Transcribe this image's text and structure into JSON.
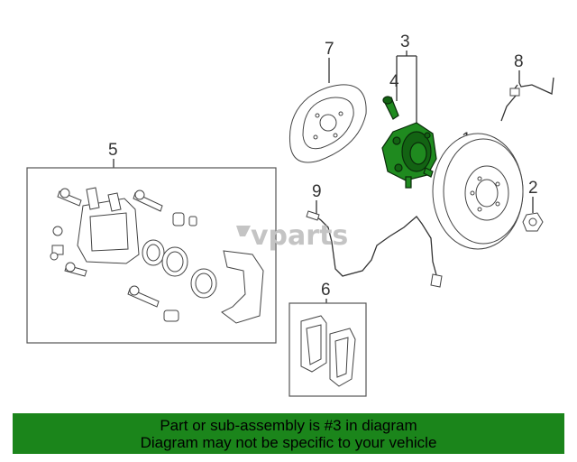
{
  "diagram": {
    "callouts": [
      "1",
      "2",
      "3",
      "4",
      "5",
      "6",
      "7",
      "8",
      "9"
    ],
    "watermark": "vparts"
  },
  "banner": {
    "line1": "Part or sub-assembly is #3 in diagram",
    "line2": "Diagram may not be specific to your vehicle"
  },
  "colors": {
    "highlight": "#1f8a1f",
    "banner": "#1b851b"
  }
}
